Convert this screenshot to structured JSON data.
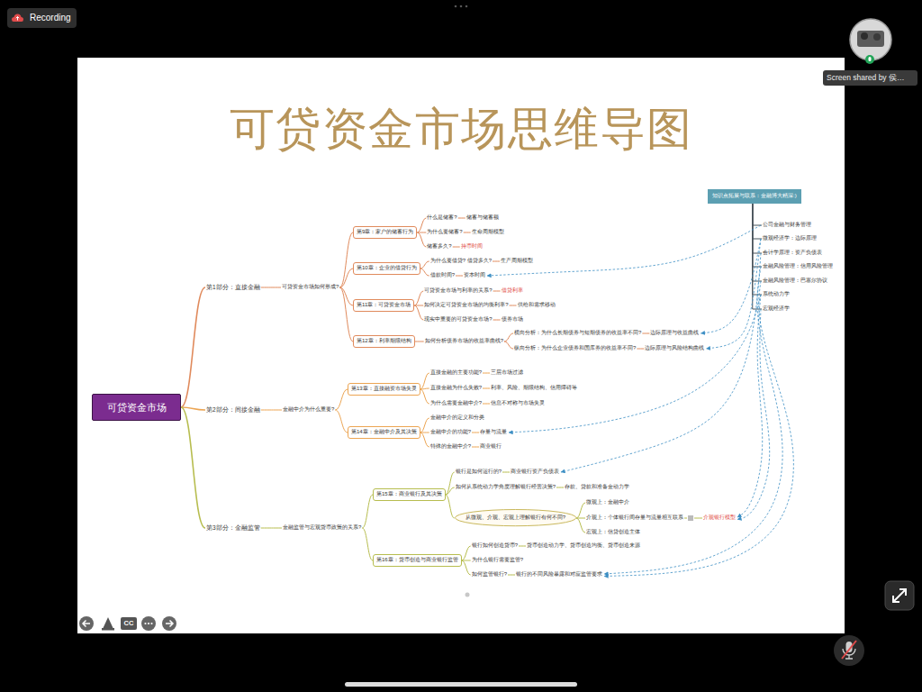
{
  "diagram": {
    "title": "可贷资金市场思维导图",
    "nodes": [
      {
        "text": [
          "可贷资金市场"
        ]
      },
      {
        "text": [
          "第1部分：直接金融"
        ]
      },
      {
        "text": [
          "可贷资金市场如何形成?"
        ]
      },
      {
        "text": [
          "第9章：家户的储蓄行为"
        ]
      },
      {
        "text": [
          "什么是储蓄?"
        ]
      },
      {
        "text": [
          "储蓄与储蓄额"
        ]
      },
      {
        "text": [
          "为什么要储蓄?"
        ]
      },
      {
        "text": [
          "生命周期模型"
        ]
      },
      {
        "text": [
          "储蓄多久?"
        ]
      },
      {
        "text": [
          "持币时间"
        ]
      },
      {
        "text": [
          "第10章：企业的借贷行为"
        ]
      },
      {
        "text": [
          "为什么要借贷? 借贷多久?"
        ]
      },
      {
        "text": [
          "生产周期模型"
        ]
      },
      {
        "text": [
          "借款时间?"
        ]
      },
      {
        "text": [
          "资本时间"
        ]
      },
      {
        "text": [
          "第11章：可贷资金市场"
        ]
      },
      {
        "text": [
          "可贷资金市场与利率的关系?"
        ]
      },
      {
        "text": [
          "借贷利率"
        ]
      },
      {
        "text": [
          "如何决定可贷资金市场的均衡利率?"
        ]
      },
      {
        "text": [
          "供给和需求移动"
        ]
      },
      {
        "text": [
          "现实中重要的可贷资金市场?"
        ]
      },
      {
        "text": [
          "债券市场"
        ]
      },
      {
        "text": [
          "第12章：利率期限结构"
        ]
      },
      {
        "text": [
          "如何分析债券市场的收益率曲线?"
        ]
      },
      {
        "text": [
          "横向分析：为什么长期债券与短期债券的收益率不同?"
        ]
      },
      {
        "text": [
          "边际原理与收益曲线"
        ]
      },
      {
        "text": [
          "纵向分析：为什么企业债券和国库券的收益率不同?"
        ]
      },
      {
        "text": [
          "边际原理与风险结构曲线"
        ]
      },
      {
        "text": [
          "第2部分：间接金融"
        ]
      },
      {
        "text": [
          "金融中介为什么重要?"
        ]
      },
      {
        "text": [
          "第13章：直接融资市场失灵"
        ]
      },
      {
        "text": [
          "直接金融的主要功能?"
        ]
      },
      {
        "text": [
          "三层市场过滤"
        ]
      },
      {
        "text": [
          "直接金融为什么失败?"
        ]
      },
      {
        "text": [
          "利率、风险、期限结构、信用障碍等"
        ]
      },
      {
        "text": [
          "为什么需要金融中介?"
        ]
      },
      {
        "text": [
          "信息不对称与市场失灵"
        ]
      },
      {
        "text": [
          "第14章：金融中介及其决策"
        ]
      },
      {
        "text": [
          "金融中介的定义和分类"
        ]
      },
      {
        "text": [
          "金融中介的功能?"
        ]
      },
      {
        "text": [
          "存量与流量"
        ]
      },
      {
        "text": [
          "特殊的金融中介?"
        ]
      },
      {
        "text": [
          "商业银行"
        ]
      },
      {
        "text": [
          "第3部分：金融监管"
        ]
      },
      {
        "text": [
          "金融监管与宏观货币政策的关系?"
        ]
      },
      {
        "text": [
          "第15章：商业银行及其决策"
        ]
      },
      {
        "text": [
          "银行是如何运行的?"
        ]
      },
      {
        "text": [
          "商业银行资产负债表"
        ]
      },
      {
        "text": [
          "如何从系统动力学角度理解银行经营决策?"
        ]
      },
      {
        "text": [
          "存款、贷款和准备金动力学"
        ]
      },
      {
        "text": [
          "从微观、介观、宏观上理解银行有何不同?"
        ]
      },
      {
        "text": [
          "微观上：金融中介"
        ]
      },
      {
        "text": [
          "介观上：个体银行间存量与流量相互联系"
        ]
      },
      {
        "text": [
          "介观银行模型"
        ]
      },
      {
        "text": [
          "宏观上：信贷创造主体"
        ]
      },
      {
        "text": [
          "第16章：货币创造与商业银行监管"
        ]
      },
      {
        "text": [
          "银行如何创造货币?"
        ]
      },
      {
        "text": [
          "货币创造动力学、货币创造均衡、货币创造来源"
        ]
      },
      {
        "text": [
          "为什么银行需要监管?"
        ]
      },
      {
        "text": [
          "如何监管银行?"
        ]
      },
      {
        "text": [
          "银行的不同风险暴露和对应监管要求"
        ]
      },
      {
        "text": [
          "知识点拓展与联系：金融博大精深:)"
        ]
      },
      {
        "text": [
          "公司金融与财务管理"
        ]
      },
      {
        "text": [
          "微观经济学：边际原理"
        ]
      },
      {
        "text": [
          "会计学原理：资产负债表"
        ]
      },
      {
        "text": [
          "金融风险管理：信用风险管理"
        ]
      },
      {
        "text": [
          "金融风险管理：巴塞尔协议"
        ]
      },
      {
        "text": [
          "系统动力学"
        ]
      },
      {
        "text": [
          "宏观经济学"
        ]
      }
    ],
    "edges": [
      {
        "from": 0,
        "to": 1,
        "arrow": "none"
      },
      {
        "from": 0,
        "to": 28,
        "arrow": "none"
      },
      {
        "from": 0,
        "to": 43,
        "arrow": "none"
      },
      {
        "from": 1,
        "to": 2,
        "arrow": "none"
      },
      {
        "from": 2,
        "to": 3,
        "arrow": "none"
      },
      {
        "from": 2,
        "to": 10,
        "arrow": "none"
      },
      {
        "from": 2,
        "to": 15,
        "arrow": "none"
      },
      {
        "from": 2,
        "to": 22,
        "arrow": "none"
      },
      {
        "from": 3,
        "to": 4,
        "arrow": "none"
      },
      {
        "from": 3,
        "to": 6,
        "arrow": "none"
      },
      {
        "from": 3,
        "to": 8,
        "arrow": "none"
      },
      {
        "from": 4,
        "to": 5,
        "arrow": "none"
      },
      {
        "from": 6,
        "to": 7,
        "arrow": "none"
      },
      {
        "from": 8,
        "to": 9,
        "arrow": "none"
      },
      {
        "from": 10,
        "to": 11,
        "arrow": "none"
      },
      {
        "from": 10,
        "to": 13,
        "arrow": "none"
      },
      {
        "from": 11,
        "to": 12,
        "arrow": "none"
      },
      {
        "from": 13,
        "to": 14,
        "arrow": "none"
      },
      {
        "from": 15,
        "to": 16,
        "arrow": "none"
      },
      {
        "from": 15,
        "to": 18,
        "arrow": "none"
      },
      {
        "from": 15,
        "to": 20,
        "arrow": "none"
      },
      {
        "from": 16,
        "to": 17,
        "arrow": "none"
      },
      {
        "from": 18,
        "to": 19,
        "arrow": "none"
      },
      {
        "from": 20,
        "to": 21,
        "arrow": "none"
      },
      {
        "from": 22,
        "to": 23,
        "arrow": "none"
      },
      {
        "from": 23,
        "to": 24,
        "arrow": "none"
      },
      {
        "from": 23,
        "to": 26,
        "arrow": "none"
      },
      {
        "from": 24,
        "to": 25,
        "arrow": "none"
      },
      {
        "from": 26,
        "to": 27,
        "arrow": "none"
      },
      {
        "from": 28,
        "to": 29,
        "arrow": "none"
      },
      {
        "from": 29,
        "to": 30,
        "arrow": "none"
      },
      {
        "from": 29,
        "to": 37,
        "arrow": "none"
      },
      {
        "from": 30,
        "to": 31,
        "arrow": "none"
      },
      {
        "from": 30,
        "to": 33,
        "arrow": "none"
      },
      {
        "from": 30,
        "to": 35,
        "arrow": "none"
      },
      {
        "from": 31,
        "to": 32,
        "arrow": "none"
      },
      {
        "from": 33,
        "to": 34,
        "arrow": "none"
      },
      {
        "from": 35,
        "to": 36,
        "arrow": "none"
      },
      {
        "from": 37,
        "to": 38,
        "arrow": "none"
      },
      {
        "from": 37,
        "to": 39,
        "arrow": "none"
      },
      {
        "from": 37,
        "to": 41,
        "arrow": "none"
      },
      {
        "from": 39,
        "to": 40,
        "arrow": "none"
      },
      {
        "from": 41,
        "to": 42,
        "arrow": "none"
      },
      {
        "from": 43,
        "to": 44,
        "arrow": "none"
      },
      {
        "from": 44,
        "to": 45,
        "arrow": "none"
      },
      {
        "from": 44,
        "to": 55,
        "arrow": "none"
      },
      {
        "from": 45,
        "to": 46,
        "arrow": "none"
      },
      {
        "from": 45,
        "to": 48,
        "arrow": "none"
      },
      {
        "from": 45,
        "to": 50,
        "arrow": "none"
      },
      {
        "from": 46,
        "to": 47,
        "arrow": "none"
      },
      {
        "from": 48,
        "to": 49,
        "arrow": "none"
      },
      {
        "from": 50,
        "to": 51,
        "arrow": "none"
      },
      {
        "from": 50,
        "to": 52,
        "arrow": "none"
      },
      {
        "from": 50,
        "to": 54,
        "arrow": "none"
      },
      {
        "from": 52,
        "to": 53,
        "arrow": "none"
      },
      {
        "from": 55,
        "to": 56,
        "arrow": "none"
      },
      {
        "from": 55,
        "to": 58,
        "arrow": "none"
      },
      {
        "from": 55,
        "to": 59,
        "arrow": "none"
      },
      {
        "from": 56,
        "to": 57,
        "arrow": "none"
      },
      {
        "from": 59,
        "to": 60,
        "arrow": "none"
      },
      {
        "from": 61,
        "to": 62,
        "arrow": "none"
      },
      {
        "from": 61,
        "to": 63,
        "arrow": "none"
      },
      {
        "from": 61,
        "to": 64,
        "arrow": "none"
      },
      {
        "from": 61,
        "to": 65,
        "arrow": "none"
      },
      {
        "from": 61,
        "to": 66,
        "arrow": "none"
      },
      {
        "from": 61,
        "to": 67,
        "arrow": "none"
      },
      {
        "from": 61,
        "to": 68,
        "arrow": "none"
      },
      {
        "from": 62,
        "to": 14,
        "arrow": "to"
      },
      {
        "from": 63,
        "to": 25,
        "arrow": "to"
      },
      {
        "from": 63,
        "to": 27,
        "arrow": "to"
      },
      {
        "from": 64,
        "to": 47,
        "arrow": "to"
      },
      {
        "from": 65,
        "to": 60,
        "arrow": "to"
      },
      {
        "from": 66,
        "to": 60,
        "arrow": "to"
      },
      {
        "from": 67,
        "to": 40,
        "arrow": "to"
      },
      {
        "from": 67,
        "to": 53,
        "arrow": "to"
      },
      {
        "from": 68,
        "to": 53,
        "arrow": "to"
      }
    ],
    "labels": [
      "Recording",
      "Screen shared by 侯…",
      "CC"
    ]
  }
}
